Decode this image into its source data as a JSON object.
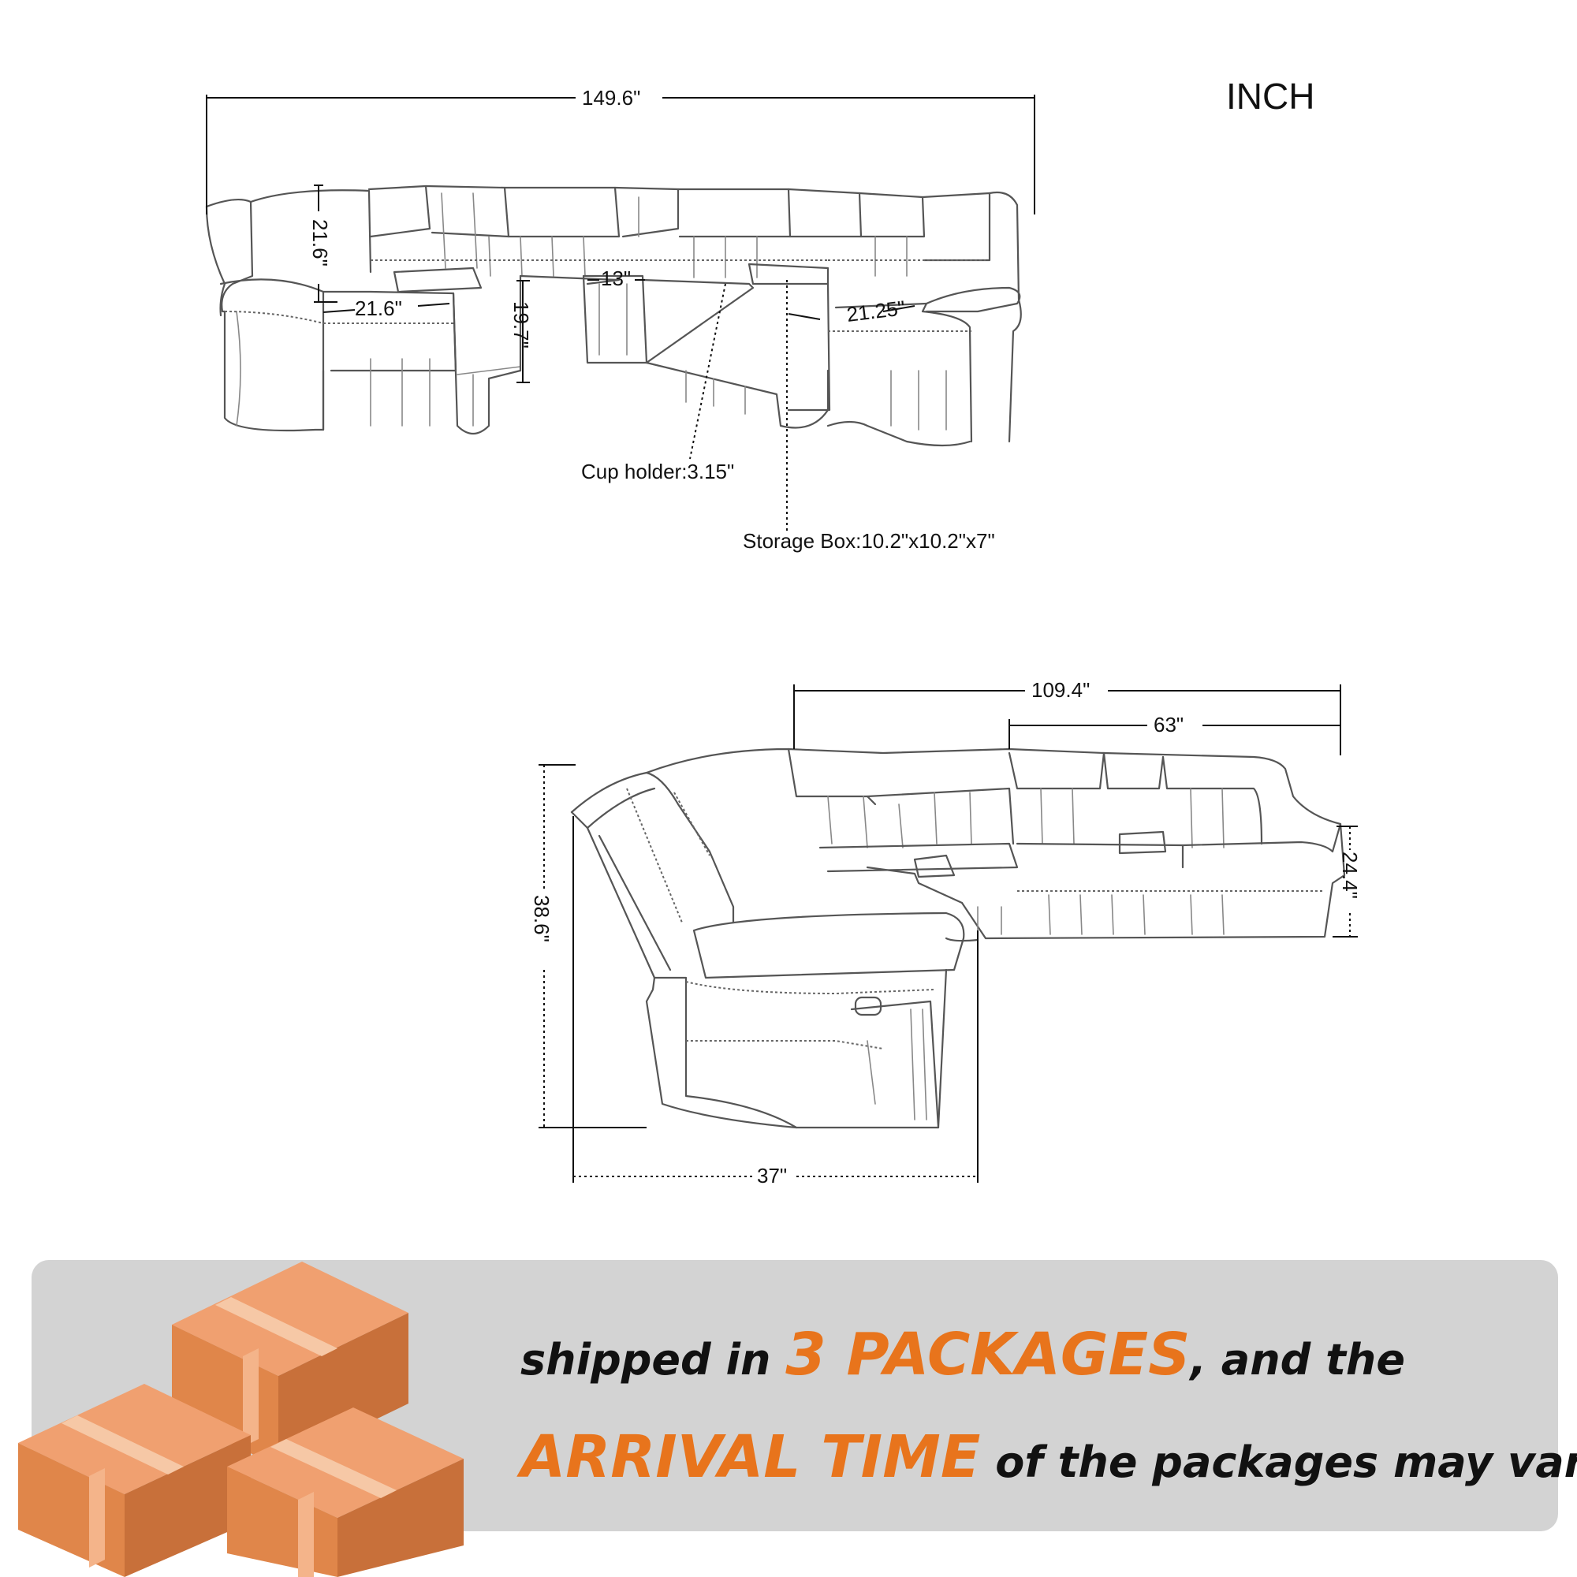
{
  "unit": "INCH",
  "top_view": {
    "overall_width": "149.6\"",
    "back_height": "21.6\"",
    "seat_width": "21.6\"",
    "seat_height": "19.7\"",
    "console_width": "13\"",
    "seat_depth_right": "21.25\"",
    "cup_holder": "Cup holder:3.15\"",
    "storage_box": "Storage Box:10.2\"x10.2\"x7\""
  },
  "side_view": {
    "overall_length": "109.4\"",
    "section_length": "63\"",
    "total_height": "38.6\"",
    "depth": "37\"",
    "arm_height": "24.4\""
  },
  "banner": {
    "line1_a": "shipped in",
    "line1_highlight": "3 PACKAGES",
    "line1_b": ", and the",
    "line2_highlight": "ARRIVAL TIME",
    "line2_b": "of the packages may vary.",
    "background": "#d3d3d3",
    "accent": "#e8741c",
    "box_color": "#e08a4e"
  }
}
